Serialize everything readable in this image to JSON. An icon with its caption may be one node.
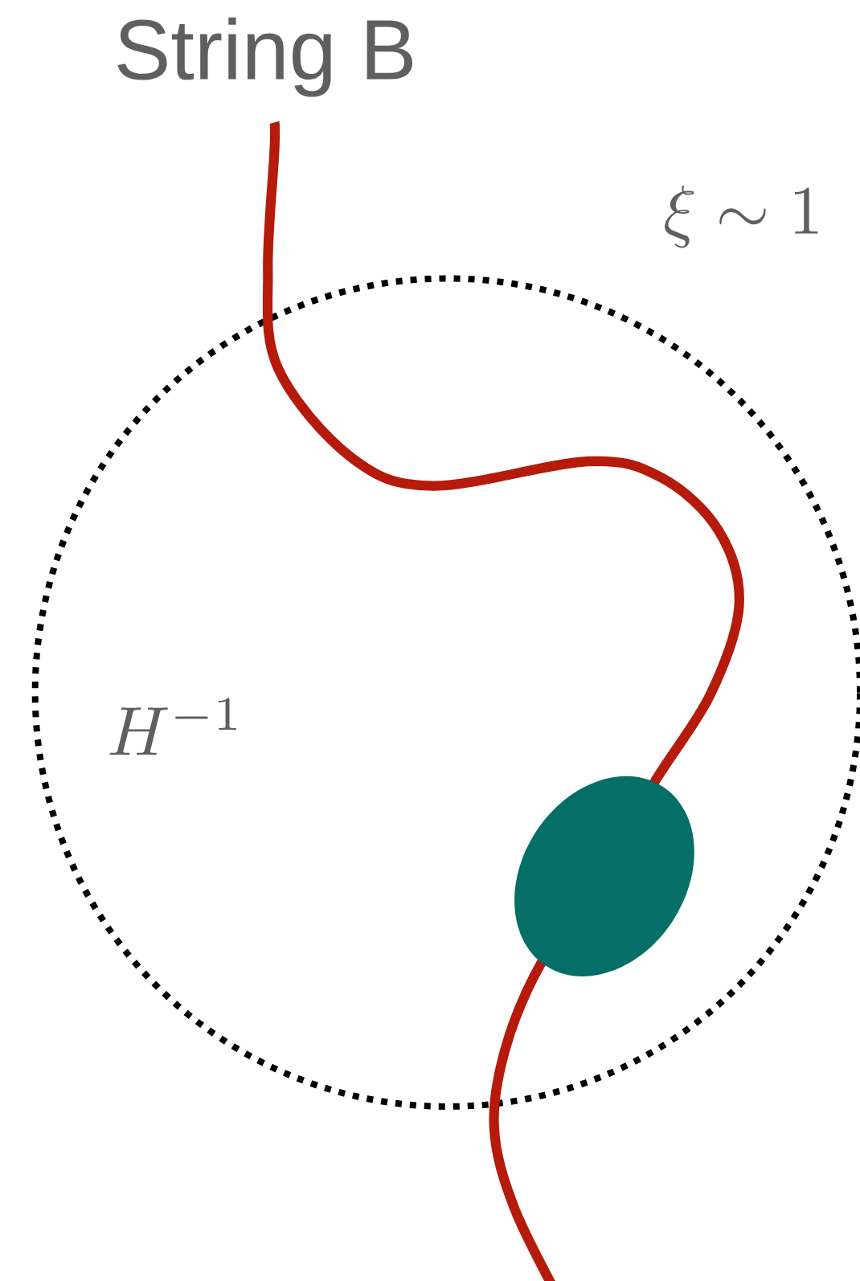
{
  "diagram": {
    "nodes": [
      {
        "text": [],
        "shape": "ellipse"
      }
    ],
    "labels": [
      "String B",
      "\\xi \\sim 1",
      "H^{-1}"
    ]
  }
}
